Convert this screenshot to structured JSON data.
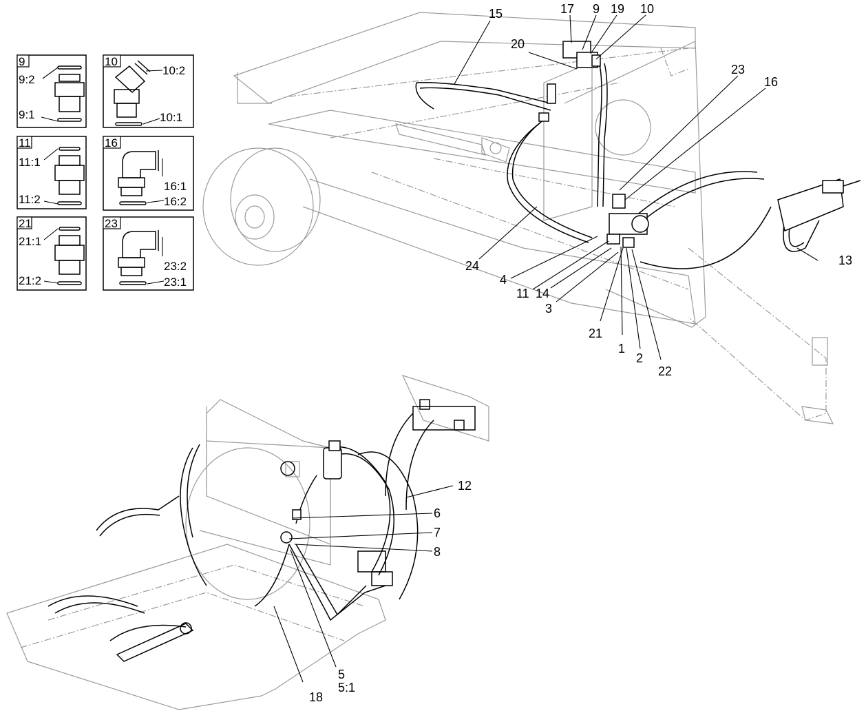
{
  "callouts": {
    "c15": "15",
    "c17": "17",
    "c9": "9",
    "c19": "19",
    "c10": "10",
    "c20": "20",
    "c23": "23",
    "c16": "16",
    "c13": "13",
    "c24": "24",
    "c4": "4",
    "c11": "11",
    "c14": "14",
    "c3": "3",
    "c21": "21",
    "c1": "1",
    "c2": "2",
    "c22": "22",
    "c12": "12",
    "c6": "6",
    "c7": "7",
    "c8": "8",
    "c5": "5",
    "c5_1": "5:1",
    "c18": "18"
  },
  "detail_boxes": {
    "d9": {
      "title": "9",
      "top": "9:2",
      "bottom": "9:1"
    },
    "d10": {
      "title": "10",
      "top": "10:2",
      "bottom": "10:1"
    },
    "d11": {
      "title": "11",
      "top": "11:1",
      "bottom": "11:2"
    },
    "d16": {
      "title": "16",
      "top": "16:1",
      "bottom": "16:2"
    },
    "d21": {
      "title": "21",
      "top": "21:1",
      "bottom": "21:2"
    },
    "d23": {
      "title": "23",
      "top": "23:2",
      "bottom": "23:1"
    }
  },
  "colors": {
    "ink": "#000000",
    "ghost": "#9a9a9a",
    "background": "#ffffff"
  }
}
